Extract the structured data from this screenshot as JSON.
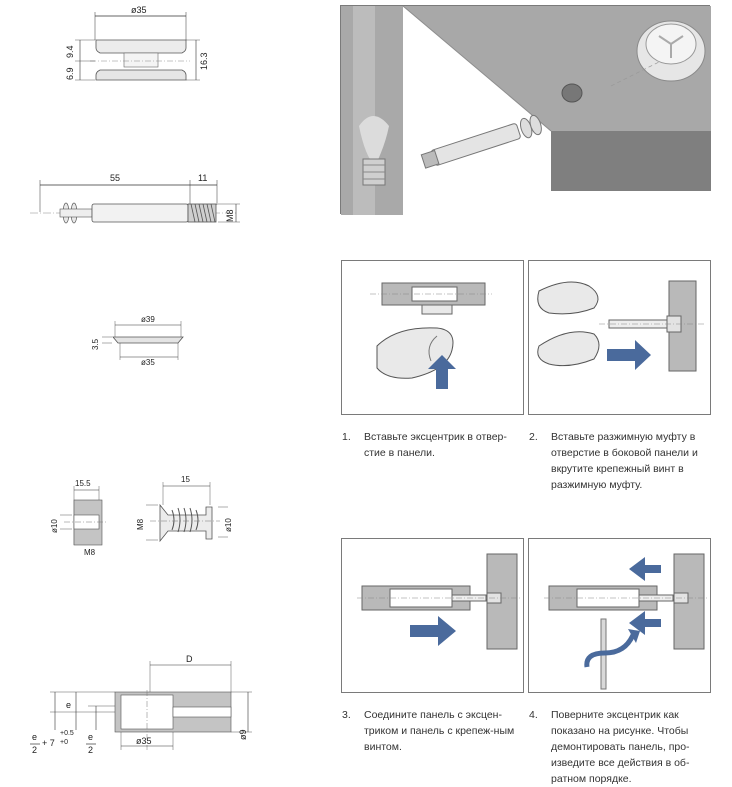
{
  "drawings": {
    "cam": {
      "diameter": "ø35",
      "h1": "9.4",
      "h2": "6.9",
      "h_total": "16.3"
    },
    "bolt": {
      "length": "55",
      "thread_len": "11",
      "thread": "M8"
    },
    "cover": {
      "outer": "ø39",
      "inner": "ø35",
      "thickness": "3.5"
    },
    "hole": {
      "depth": "15.5",
      "diameter": "ø10",
      "thread": "M8"
    },
    "sleeve": {
      "length": "15",
      "thread": "M8",
      "diameter": "ø10"
    },
    "install": {
      "depth_label": "D",
      "edge_label": "e",
      "diameter": "ø35",
      "side": "ø9",
      "formula_num": "e",
      "formula_den": "2",
      "formula_plus": "+ 7",
      "tol_upper": "+0.5",
      "tol_lower": "+0",
      "half_num": "e",
      "half_den": "2"
    }
  },
  "steps": [
    {
      "num": "1.",
      "text": "Вставьте эксцентрик в отвер-стие в панели."
    },
    {
      "num": "2.",
      "text": "Вставьте разжимную муфту в отверстие в боковой панели и вкрутите крепежный винт в разжимную муфту."
    },
    {
      "num": "3.",
      "text": "Соедините панель с эксцен-триком и панель с крепеж-ным винтом."
    },
    {
      "num": "4.",
      "text": "Поверните эксцентрик как показано на рисунке. Чтобы демонтировать панель, про-изведите все действия в об-ратном порядке."
    }
  ],
  "colors": {
    "arrow": "#4a6a9c",
    "panel_gray": "#b9b9b9",
    "line": "#6e6e6e"
  }
}
